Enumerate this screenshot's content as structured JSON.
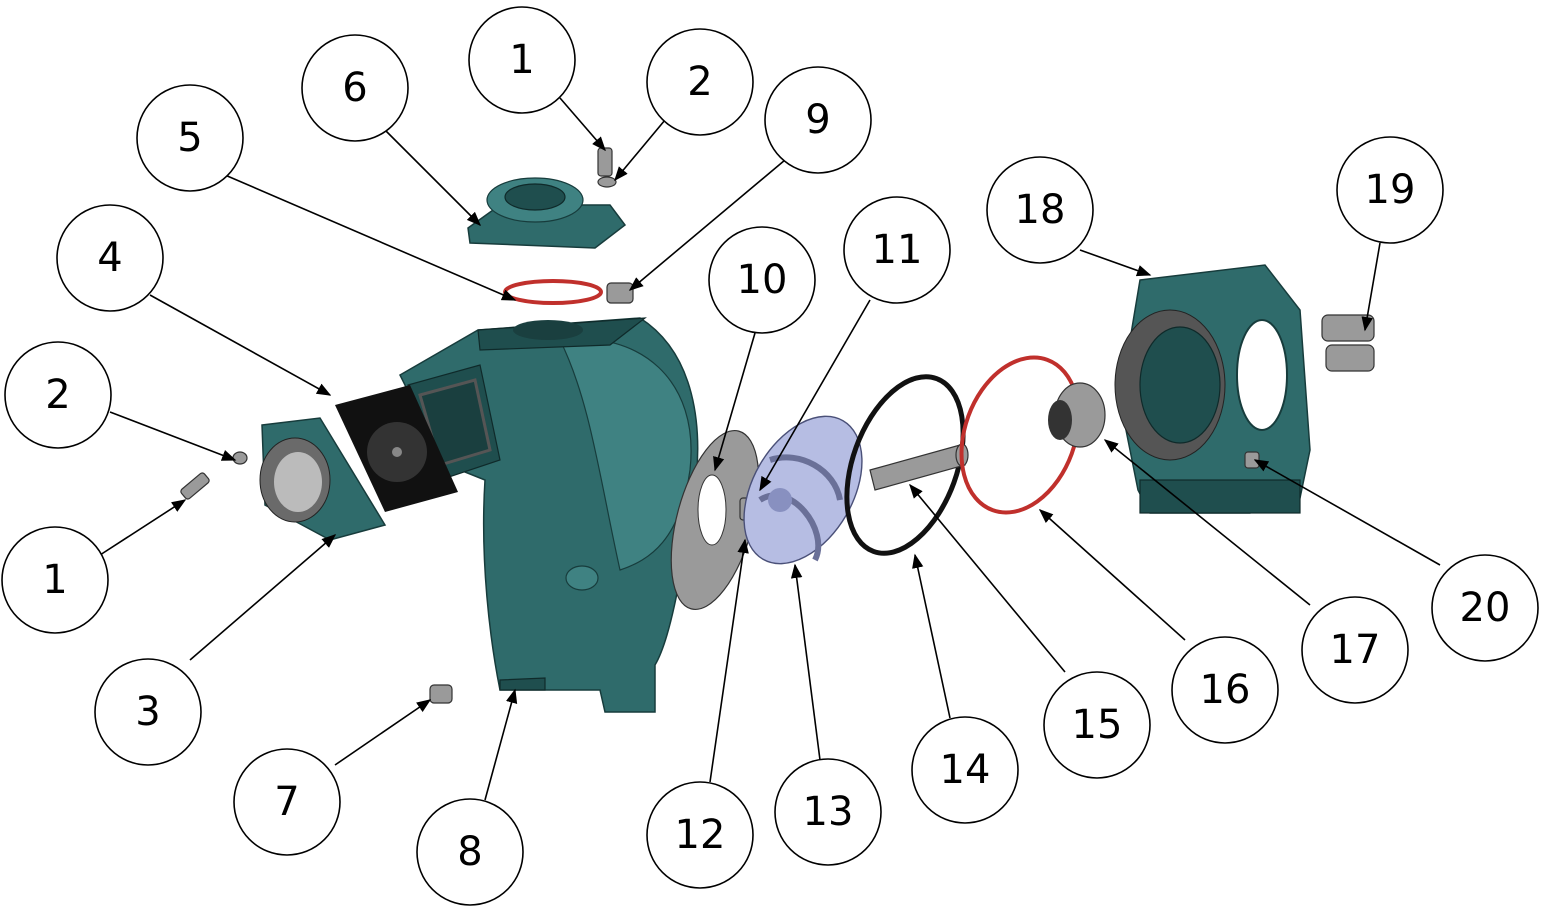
{
  "diagram": {
    "type": "exploded-assembly",
    "callouts": [
      "1",
      "2",
      "6",
      "9",
      "5",
      "4",
      "11",
      "10",
      "18",
      "19",
      "2",
      "1",
      "3",
      "7",
      "8",
      "12",
      "13",
      "14",
      "15",
      "16",
      "17",
      "20"
    ]
  },
  "colors": {
    "body": "#2f6b6b",
    "impeller": "#b6bde3",
    "oring": "#c0302c",
    "gasket": "#111111",
    "wear_plate": "#9a9a9a"
  }
}
